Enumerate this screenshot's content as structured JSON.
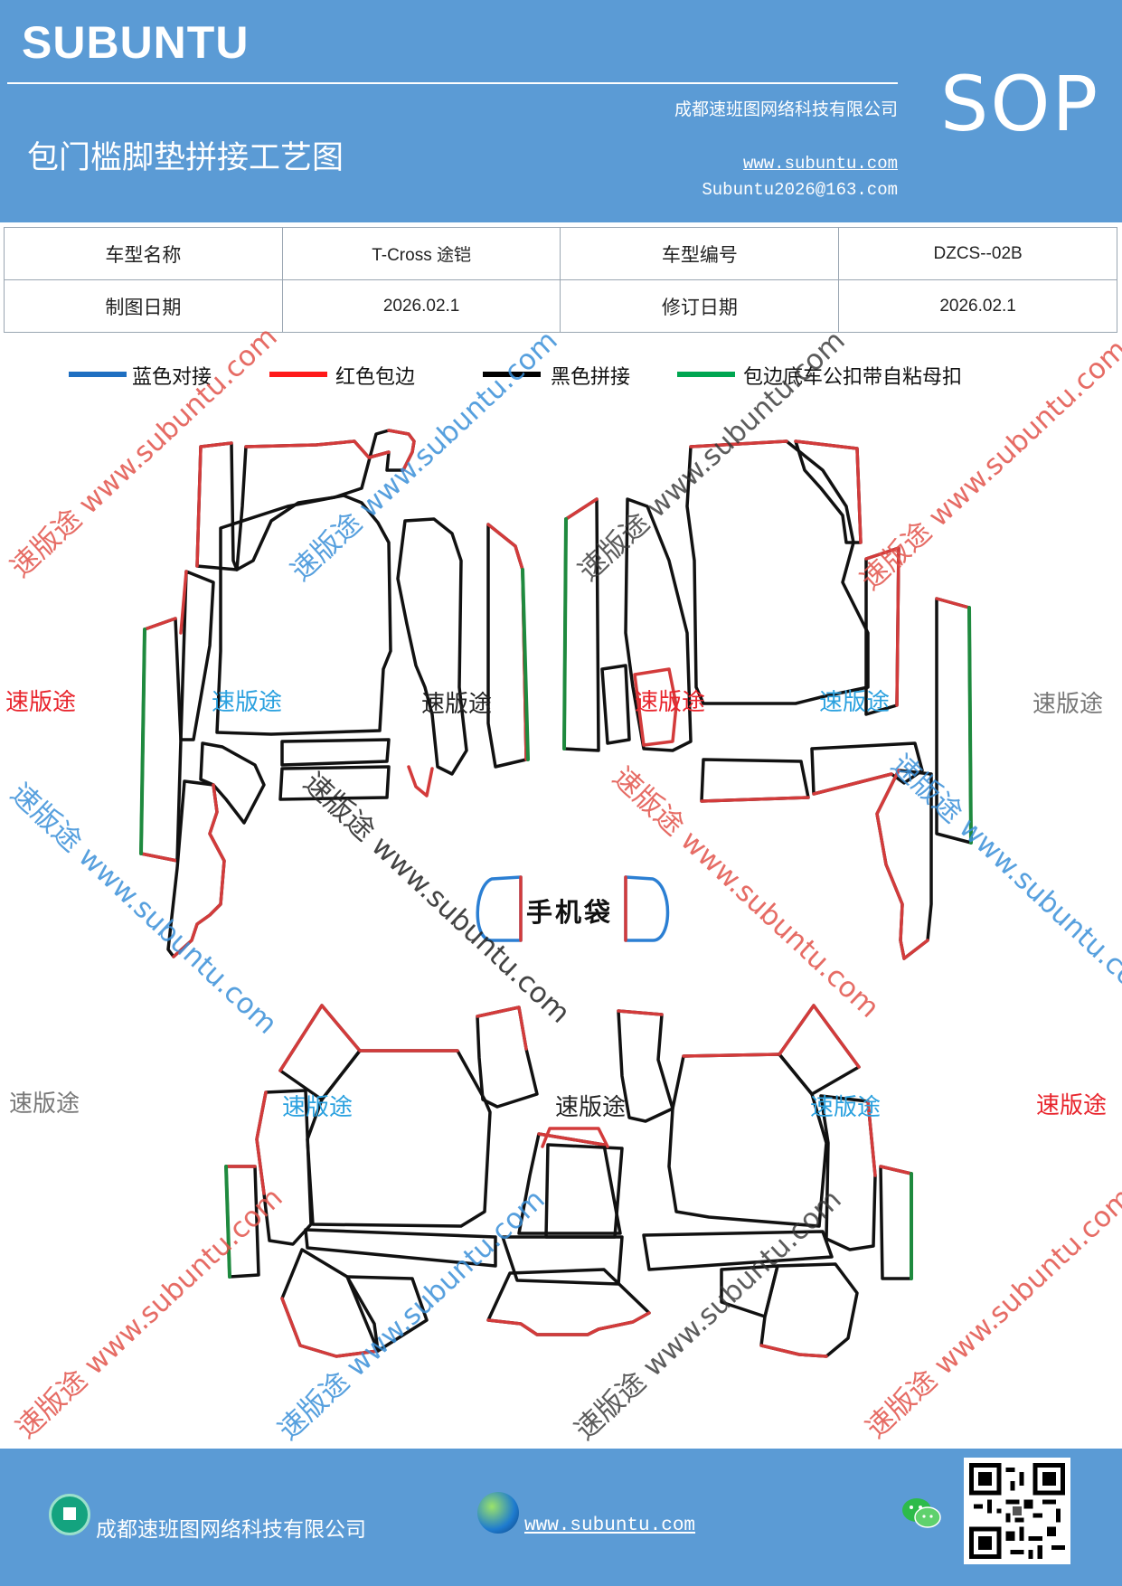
{
  "header": {
    "brand": "SUBUNTU",
    "title": "包门槛脚垫拼接工艺图",
    "company": "成都速班图网络科技有限公司",
    "website": "www.subuntu.com",
    "email": "Subuntu2026@163.com",
    "badge": "SOP"
  },
  "info_table": {
    "row1": [
      "车型名称",
      "T-Cross  途铠",
      "车型编号",
      "DZCS--02B"
    ],
    "row2": [
      "制图日期",
      "2026.02.1",
      "修订日期",
      "2026.02.1"
    ]
  },
  "legend": [
    {
      "label": "蓝色对接",
      "color": "#1f6fc1"
    },
    {
      "label": "红色包边",
      "color": "#ff1a1a"
    },
    {
      "label": "黑色拼接",
      "color": "#000000"
    },
    {
      "label": "包边底车公扣带自粘母扣",
      "color": "#00a651"
    }
  ],
  "pattern_colors": {
    "cut_line": "#111111",
    "edge_binding": "#d33b3b",
    "butt_joint": "#2b7fd3",
    "fastener": "#1e8a3e"
  },
  "drawing": {
    "phone_pocket_label": "手机袋",
    "watermark_word": "速版途",
    "watermark_diag_a": "速版途 www.subuntu.com",
    "watermark_diag_b": "速版途 www.subuntu.com",
    "watermark_diag_c": "速版途 www.subuntu.com",
    "watermark_diag_d": "速版途 www.subuntu.com",
    "watermark_diag_e": "速版途 www.subuntu.com",
    "watermark_diag_f": "速版途 www.subuntu.com",
    "watermark_diag_g": "速版途 www.subuntu.com",
    "watermark_diag_h": "速版途 www.subuntu.com",
    "watermark_diag_i": "速版途 www.subuntu.com",
    "watermark_diag_j": "速版途 www.subuntu.com",
    "watermark_diag_k": "速版途 www.subuntu.com",
    "watermark_diag_l": "速版途 www.subuntu.com"
  },
  "footer": {
    "company": "成都速班图网络科技有限公司",
    "website": "www.subuntu.com",
    "icons": [
      "home-icon",
      "globe-icon",
      "wechat-icon",
      "qr-code"
    ]
  }
}
